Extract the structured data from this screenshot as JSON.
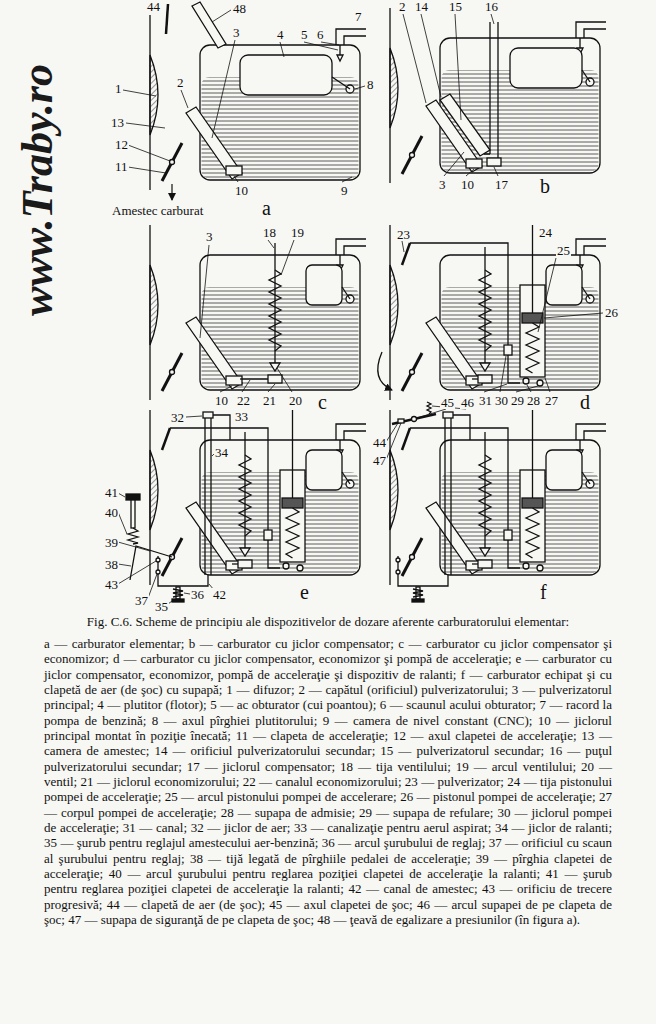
{
  "diagram": {
    "caption": "Fig. C.6. Scheme de principiu ale dispozitivelor de dozare aferente carburatorului elementar:",
    "labels": [
      "www.Traby.ro",
      "44",
      "48",
      "7",
      "3",
      "4",
      "5",
      "6",
      "8",
      "1",
      "2",
      "13",
      "12",
      "11",
      "10",
      "9",
      "Amestec carburat",
      "a",
      "2",
      "14",
      "15",
      "16",
      "3",
      "10",
      "17",
      "b",
      "3",
      "18",
      "19",
      "10",
      "22",
      "21",
      "20",
      "c",
      "23",
      "24",
      "25",
      "26",
      "31",
      "30",
      "29",
      "28",
      "27",
      "d",
      "32",
      "33",
      "34",
      "41",
      "40",
      "39",
      "38",
      "43",
      "37",
      "36",
      "35",
      "42",
      "e",
      "44",
      "45",
      "46",
      "47",
      "f",
      "a — carburator elementar; b — carburator cu jiclor compensator; c — carburator cu jiclor compensator şi economizor; d — carburator cu jiclor compensator, economizor şi pompă de acceleraţie; e — carburator cu jiclor compensator, economizor, pompă de acceleraţie şi dispozitiv de ralanti; f — carburator echipat şi cu clapetă de aer (de şoc) cu supapă; 1 — difuzor; 2 — capătul (orificiul) pulverizatorului; 3 — pulverizatorul principal; 4 — plutitor (flotor); 5 — ac obturator (cui poantou); 6 — scaunul acului obturator; 7 — racord la pompa de benzină; 8 — axul pîrghiei plutitorului; 9 — camera de nivel constant (CNC); 10 — jiclorul principal montat în poziţie înecată; 11 — clapeta de acceleraţie; 12 — axul clapetei de acceleraţie; 13 — camera de amestec; 14 — orificiul pulverizatorului secundar; 15 — pulverizatorul secundar; 16 — puţul pulverizatorului secundar; 17 — jiclorul compensator; 18 — tija ventilului; 19 — arcul ventilului; 20 — ventil; 21 — jiclorul economizorului; 22 — canalul economizorului; 23 — pulverizator; 24 — tija pistonului pompei de acceleraţie; 25 — arcul pistonului pompei de accelerare; 26 — pistonul pompei de acceleraţie; 27 — corpul pompei de acceleraţie; 28 — supapa de admisie; 29 — supapa de refulare; 30 — jiclorul pompei de acceleraţie; 31 — canal; 32 — jiclor de aer; 33 — canalizaţie pentru aerul aspirat; 34 — jiclor de ralanti; 35 — şurub pentru reglajul amestecului aer-benzină; 36 — arcul şurubului de reglaj; 37 — orificiul cu scaun al şurubului pentru reglaj; 38 — tijă legată de pîrghiile pedalei de acceleraţie; 39 — pîrghia clapetei de acceleraţie; 40 — arcul şurubului pentru reglarea poziţiei clapetei de acceleraţie la ralanti; 41 — şurub pentru reglarea poziţiei clapetei de acceleraţie la ralanti; 42 — canal de amestec; 43 — orificiu de trecere progresivă; 44 — clapetă de aer (de şoc); 45 — axul clapetei de şoc; 46 — arcul supapei de pe clapeta de şoc; 47 — supapa de siguranţă de pe clapeta de şoc; 48 — ţeavă de egalizare a presiunilor (în figura a)."
    ]
  }
}
